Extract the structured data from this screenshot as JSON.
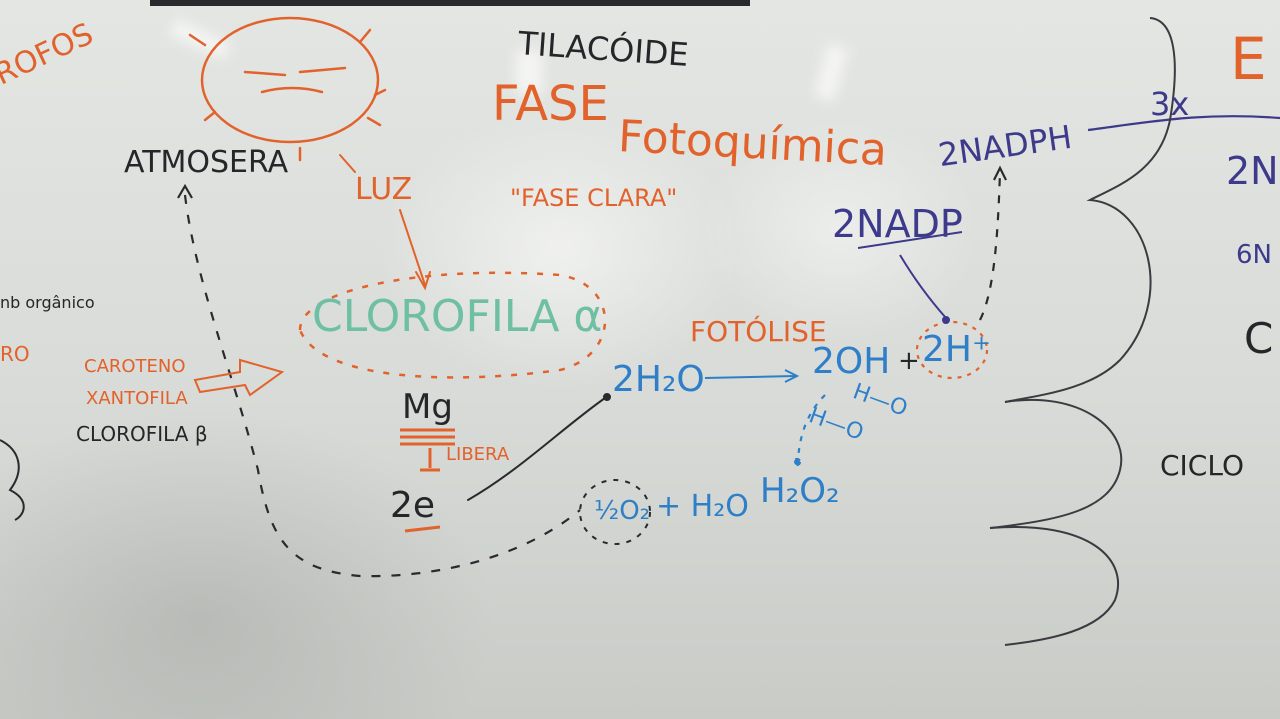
{
  "board": {
    "colors": {
      "orange": "#e2622c",
      "blue": "#2f7fc8",
      "dark": "#26262a",
      "purple": "#3d3a8c",
      "green": "#6fbfa5"
    },
    "labels": {
      "edge_left_top": "ROFOS",
      "tilacoide": "TILACÓIDE",
      "fase": "FASE",
      "fotoquimica": "Fotoquímica",
      "fase_clara": "\"FASE CLARA\"",
      "atmosfera": "ATMOSERA",
      "luz": "LUZ",
      "clorofila_a": "CLOROFILA α",
      "carb_organico": "nb orgânico",
      "edge_left_mid": "RO",
      "carotenos": "CAROTENO",
      "xantofila": "XANTOFILA",
      "clorofila_b": "CLOROFILA β",
      "mg": "Mg",
      "libera": "LIBERA",
      "two_e": "2e",
      "fotolise": "FOTÓLISE",
      "two_h2o": "2H₂O",
      "two_oh": "2OH",
      "plus_a": "+",
      "two_h_plus": "2H⁺",
      "two_nadp": "2NADP",
      "two_nadph": "2NADPH",
      "three_x": "3x",
      "h_o_1": "H—O",
      "h_o_2": "H—O",
      "half_o2": "½O₂",
      "plus_h2o": "+ H₂O",
      "h2o2": "H₂O₂",
      "edge_right_top": "E",
      "edge_right_2n": "2N",
      "edge_right_6n": "6N",
      "edge_right_c": "C",
      "ciclo": "CICLO"
    }
  }
}
